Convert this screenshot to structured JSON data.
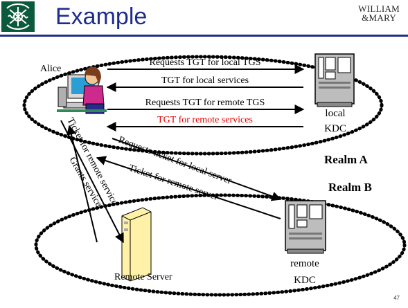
{
  "slide": {
    "title": "Example",
    "brand_line1": "WILLIAM",
    "brand_line2": "&MARY",
    "page_number": "47"
  },
  "diagram": {
    "nodes": {
      "alice": "Alice",
      "local_kdc_line1": "local",
      "local_kdc_line2": "KDC",
      "remote_server": "Remote Server",
      "remote_kdc_line1": "remote",
      "remote_kdc_line2": "KDC"
    },
    "realms": {
      "realm_a": "Realm A",
      "realm_b": "Realm B"
    },
    "messages": {
      "req_tgt_local": "Requests TGT for local TGS",
      "tgt_local": "TGT for local services",
      "req_tgt_remote": "Requests TGT for remote TGS",
      "tgt_remote": "TGT for remote services",
      "req_ticket_local": "Requests ticket for local server",
      "ticket_remote": "Ticket for remote server",
      "ticket_for_remote_service": "Ticket for remote service",
      "grants_service": "Grants service"
    },
    "colors": {
      "highlight": "#e00000",
      "title": "#1e2d8c",
      "logo_bg": "#0c5a3c"
    }
  }
}
